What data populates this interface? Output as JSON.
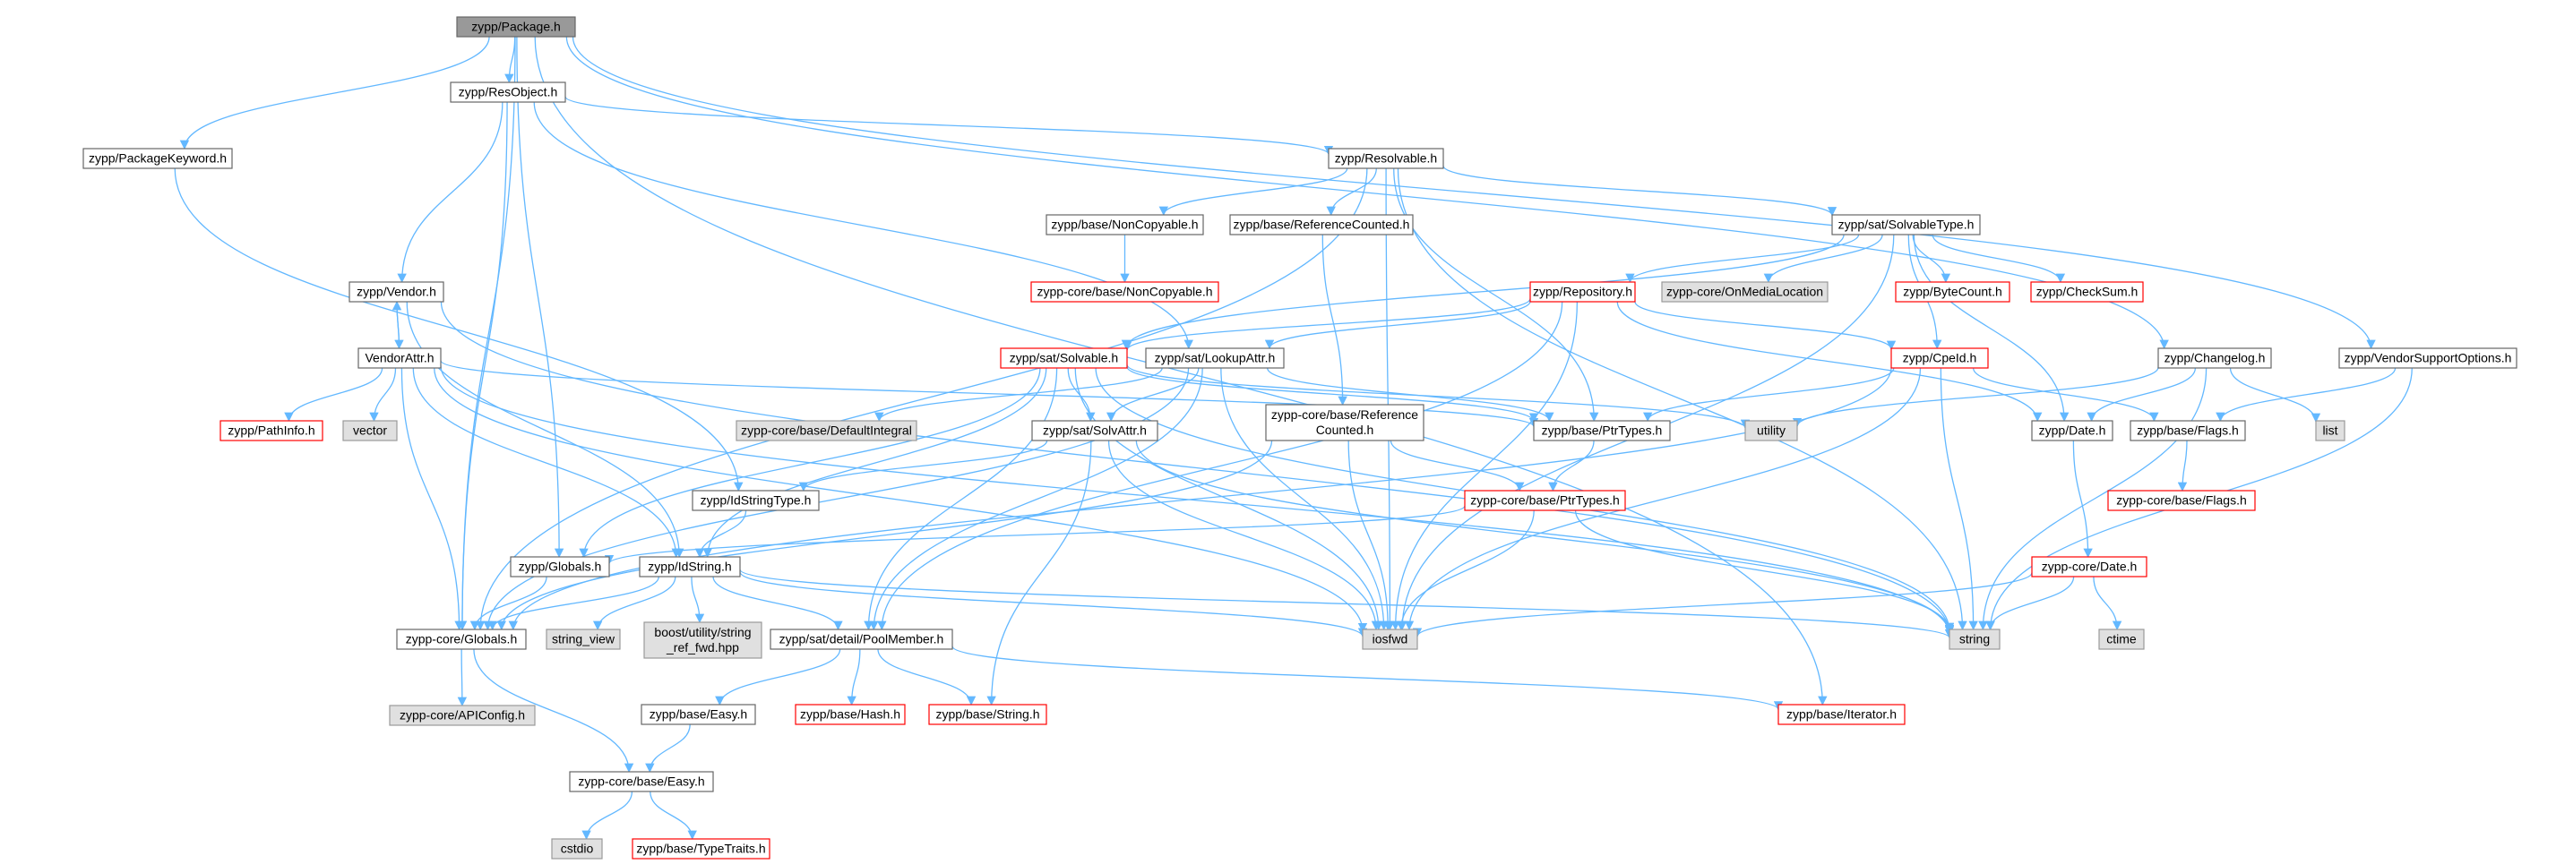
{
  "colors": {
    "edge": "#63b8ff",
    "root_fill": "#999999",
    "normal_fill": "#ffffff",
    "normal_stroke": "#666666",
    "external_fill": "#e0e0e0",
    "external_stroke": "#999999",
    "missing_stroke": "#ff0000",
    "text": "#000000"
  },
  "diagram": {
    "nodes": [
      {
        "id": "package",
        "label": "zypp/Package.h",
        "kind": "root"
      },
      {
        "id": "resobject",
        "label": "zypp/ResObject.h",
        "kind": "normal"
      },
      {
        "id": "packagekeyword",
        "label": "zypp/PackageKeyword.h",
        "kind": "normal"
      },
      {
        "id": "resolvable",
        "label": "zypp/Resolvable.h",
        "kind": "normal"
      },
      {
        "id": "noncopyable",
        "label": "zypp/base/NonCopyable.h",
        "kind": "normal"
      },
      {
        "id": "refcounted",
        "label": "zypp/base/ReferenceCounted.h",
        "kind": "normal"
      },
      {
        "id": "solvabletype",
        "label": "zypp/sat/SolvableType.h",
        "kind": "normal"
      },
      {
        "id": "core_noncopyable",
        "label": "zypp-core/base/NonCopyable.h",
        "kind": "missing"
      },
      {
        "id": "vendor",
        "label": "zypp/Vendor.h",
        "kind": "normal"
      },
      {
        "id": "repository",
        "label": "zypp/Repository.h",
        "kind": "missing"
      },
      {
        "id": "onmedialocation",
        "label": "zypp-core/OnMediaLocation",
        "kind": "external"
      },
      {
        "id": "bytecount",
        "label": "zypp/ByteCount.h",
        "kind": "missing"
      },
      {
        "id": "checksum",
        "label": "zypp/CheckSum.h",
        "kind": "missing"
      },
      {
        "id": "vendorattr",
        "label": "VendorAttr.h",
        "kind": "normal"
      },
      {
        "id": "solvable",
        "label": "zypp/sat/Solvable.h",
        "kind": "missing"
      },
      {
        "id": "lookupattr",
        "label": "zypp/sat/LookupAttr.h",
        "kind": "normal"
      },
      {
        "id": "cpeid",
        "label": "zypp/CpeId.h",
        "kind": "missing"
      },
      {
        "id": "changelog",
        "label": "zypp/Changelog.h",
        "kind": "normal"
      },
      {
        "id": "vendorsupport",
        "label": "zypp/VendorSupportOptions.h",
        "kind": "normal"
      },
      {
        "id": "pathinfo",
        "label": "zypp/PathInfo.h",
        "kind": "missing"
      },
      {
        "id": "vector",
        "label": "vector",
        "kind": "external"
      },
      {
        "id": "defaultintegral",
        "label": "zypp-core/base/DefaultIntegral",
        "kind": "external"
      },
      {
        "id": "solvattr",
        "label": "zypp/sat/SolvAttr.h",
        "kind": "normal"
      },
      {
        "id": "core_refcounted",
        "label": [
          "zypp-core/base/Reference",
          "Counted.h"
        ],
        "kind": "normal"
      },
      {
        "id": "ptrtypes",
        "label": "zypp/base/PtrTypes.h",
        "kind": "normal"
      },
      {
        "id": "utility",
        "label": "utility",
        "kind": "external"
      },
      {
        "id": "date",
        "label": "zypp/Date.h",
        "kind": "normal"
      },
      {
        "id": "flags",
        "label": "zypp/base/Flags.h",
        "kind": "normal"
      },
      {
        "id": "list",
        "label": "list",
        "kind": "external"
      },
      {
        "id": "idstringtype",
        "label": "zypp/IdStringType.h",
        "kind": "normal"
      },
      {
        "id": "core_ptrtypes",
        "label": "zypp-core/base/PtrTypes.h",
        "kind": "missing"
      },
      {
        "id": "core_flags",
        "label": "zypp-core/base/Flags.h",
        "kind": "missing"
      },
      {
        "id": "globals",
        "label": "zypp/Globals.h",
        "kind": "normal"
      },
      {
        "id": "idstring",
        "label": "zypp/IdString.h",
        "kind": "normal"
      },
      {
        "id": "core_date",
        "label": "zypp-core/Date.h",
        "kind": "missing"
      },
      {
        "id": "core_globals",
        "label": "zypp-core/Globals.h",
        "kind": "normal"
      },
      {
        "id": "string_view",
        "label": "string_view",
        "kind": "external"
      },
      {
        "id": "boost_string",
        "label": [
          "boost/utility/string",
          "_ref_fwd.hpp"
        ],
        "kind": "external"
      },
      {
        "id": "poolmember",
        "label": "zypp/sat/detail/PoolMember.h",
        "kind": "normal"
      },
      {
        "id": "iosfwd",
        "label": "iosfwd",
        "kind": "external"
      },
      {
        "id": "string",
        "label": "string",
        "kind": "external"
      },
      {
        "id": "ctime",
        "label": "ctime",
        "kind": "external"
      },
      {
        "id": "apiconfig",
        "label": "zypp-core/APIConfig.h",
        "kind": "external"
      },
      {
        "id": "easy",
        "label": "zypp/base/Easy.h",
        "kind": "normal"
      },
      {
        "id": "hash",
        "label": "zypp/base/Hash.h",
        "kind": "missing"
      },
      {
        "id": "basestring",
        "label": "zypp/base/String.h",
        "kind": "missing"
      },
      {
        "id": "iterator",
        "label": "zypp/base/Iterator.h",
        "kind": "missing"
      },
      {
        "id": "core_easy",
        "label": "zypp-core/base/Easy.h",
        "kind": "normal"
      },
      {
        "id": "cstdio",
        "label": "cstdio",
        "kind": "external"
      },
      {
        "id": "typetraits",
        "label": "zypp/base/TypeTraits.h",
        "kind": "missing"
      }
    ],
    "edges": [
      [
        "package",
        "resobject"
      ],
      [
        "package",
        "packagekeyword"
      ],
      [
        "package",
        "globals"
      ],
      [
        "package",
        "core_globals"
      ],
      [
        "package",
        "changelog"
      ],
      [
        "package",
        "vendorsupport"
      ],
      [
        "package",
        "iterator"
      ],
      [
        "resobject",
        "resolvable"
      ],
      [
        "resobject",
        "vendor"
      ],
      [
        "resobject",
        "lookupattr"
      ],
      [
        "resobject",
        "core_globals"
      ],
      [
        "packagekeyword",
        "idstringtype"
      ],
      [
        "resolvable",
        "noncopyable"
      ],
      [
        "resolvable",
        "refcounted"
      ],
      [
        "resolvable",
        "solvabletype"
      ],
      [
        "resolvable",
        "ptrtypes"
      ],
      [
        "resolvable",
        "iosfwd"
      ],
      [
        "resolvable",
        "string"
      ],
      [
        "resolvable",
        "core_globals"
      ],
      [
        "noncopyable",
        "core_noncopyable"
      ],
      [
        "refcounted",
        "core_refcounted"
      ],
      [
        "solvabletype",
        "repository"
      ],
      [
        "solvabletype",
        "onmedialocation"
      ],
      [
        "solvabletype",
        "bytecount"
      ],
      [
        "solvabletype",
        "checksum"
      ],
      [
        "solvabletype",
        "cpeid"
      ],
      [
        "solvabletype",
        "solvable"
      ],
      [
        "solvabletype",
        "date"
      ],
      [
        "solvabletype",
        "iosfwd"
      ],
      [
        "vendor",
        "vendorattr"
      ],
      [
        "vendor",
        "string"
      ],
      [
        "vendor",
        "idstring"
      ],
      [
        "vendorattr",
        "vendor"
      ],
      [
        "vendorattr",
        "pathinfo"
      ],
      [
        "vendorattr",
        "vector"
      ],
      [
        "vendorattr",
        "core_globals"
      ],
      [
        "vendorattr",
        "idstring"
      ],
      [
        "vendorattr",
        "ptrtypes"
      ],
      [
        "vendorattr",
        "iosfwd"
      ],
      [
        "vendorattr",
        "string"
      ],
      [
        "repository",
        "solvable"
      ],
      [
        "repository",
        "lookupattr"
      ],
      [
        "repository",
        "cpeid"
      ],
      [
        "repository",
        "iosfwd"
      ],
      [
        "repository",
        "poolmember"
      ],
      [
        "repository",
        "date"
      ],
      [
        "solvable",
        "solvattr"
      ],
      [
        "solvable",
        "ptrtypes"
      ],
      [
        "solvable",
        "idstring"
      ],
      [
        "solvable",
        "poolmember"
      ],
      [
        "solvable",
        "globals"
      ],
      [
        "solvable",
        "iosfwd"
      ],
      [
        "solvable",
        "utility"
      ],
      [
        "solvable",
        "string"
      ],
      [
        "lookupattr",
        "defaultintegral"
      ],
      [
        "lookupattr",
        "solvattr"
      ],
      [
        "lookupattr",
        "ptrtypes"
      ],
      [
        "lookupattr",
        "iosfwd"
      ],
      [
        "lookupattr",
        "poolmember"
      ],
      [
        "lookupattr",
        "core_globals"
      ],
      [
        "cpeid",
        "ptrtypes"
      ],
      [
        "cpeid",
        "flags"
      ],
      [
        "cpeid",
        "iosfwd"
      ],
      [
        "cpeid",
        "string"
      ],
      [
        "cpeid",
        "core_globals"
      ],
      [
        "changelog",
        "date"
      ],
      [
        "changelog",
        "list"
      ],
      [
        "changelog",
        "string"
      ],
      [
        "changelog",
        "utility"
      ],
      [
        "vendorsupport",
        "flags"
      ],
      [
        "vendorsupport",
        "string"
      ],
      [
        "solvattr",
        "idstringtype"
      ],
      [
        "solvattr",
        "string"
      ],
      [
        "solvattr",
        "iosfwd"
      ],
      [
        "solvattr",
        "basestring"
      ],
      [
        "core_refcounted",
        "core_ptrtypes"
      ],
      [
        "core_refcounted",
        "iosfwd"
      ],
      [
        "core_refcounted",
        "core_globals"
      ],
      [
        "ptrtypes",
        "core_ptrtypes"
      ],
      [
        "date",
        "core_date"
      ],
      [
        "flags",
        "core_flags"
      ],
      [
        "idstringtype",
        "idstring"
      ],
      [
        "core_ptrtypes",
        "iosfwd"
      ],
      [
        "core_ptrtypes",
        "string"
      ],
      [
        "core_ptrtypes",
        "globals"
      ],
      [
        "globals",
        "core_globals"
      ],
      [
        "idstring",
        "core_globals"
      ],
      [
        "idstring",
        "string_view"
      ],
      [
        "idstring",
        "boost_string"
      ],
      [
        "idstring",
        "poolmember"
      ],
      [
        "idstring",
        "iosfwd"
      ],
      [
        "idstring",
        "string"
      ],
      [
        "core_date",
        "iosfwd"
      ],
      [
        "core_date",
        "string"
      ],
      [
        "core_date",
        "ctime"
      ],
      [
        "core_globals",
        "apiconfig"
      ],
      [
        "core_globals",
        "core_easy"
      ],
      [
        "poolmember",
        "easy"
      ],
      [
        "poolmember",
        "hash"
      ],
      [
        "poolmember",
        "basestring"
      ],
      [
        "poolmember",
        "iterator"
      ],
      [
        "easy",
        "core_easy"
      ],
      [
        "core_easy",
        "cstdio"
      ],
      [
        "core_easy",
        "typetraits"
      ]
    ]
  }
}
